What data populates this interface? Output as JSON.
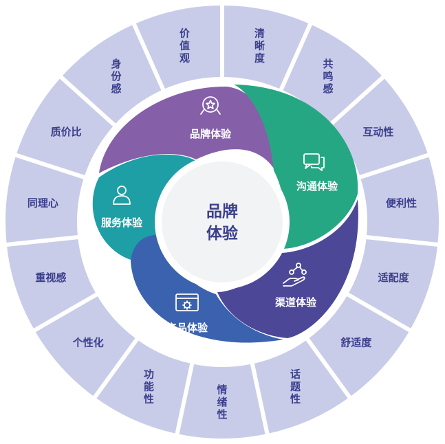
{
  "center": {
    "lines": [
      "品牌",
      "体验"
    ]
  },
  "petals": [
    {
      "label": "品牌体验",
      "color": "#8560a8",
      "icon": "badge-star-icon"
    },
    {
      "label": "沟通体验",
      "color": "#26a784",
      "icon": "chat-bubbles-icon"
    },
    {
      "label": "渠道体验",
      "color": "#4c4797",
      "icon": "hand-network-icon"
    },
    {
      "label": "产品体验",
      "color": "#3a62ae",
      "icon": "browser-gear-icon"
    },
    {
      "label": "服务体验",
      "color": "#1d9fa5",
      "icon": "person-icon"
    }
  ],
  "ring": {
    "color": "#c9cce8",
    "items": [
      "价值观",
      "清晰度",
      "共鸣感",
      "互动性",
      "便利性",
      "适配度",
      "舒适度",
      "话题性",
      "情绪性",
      "功能性",
      "个性化",
      "重视感",
      "同理心",
      "质价比",
      "身份感"
    ]
  }
}
